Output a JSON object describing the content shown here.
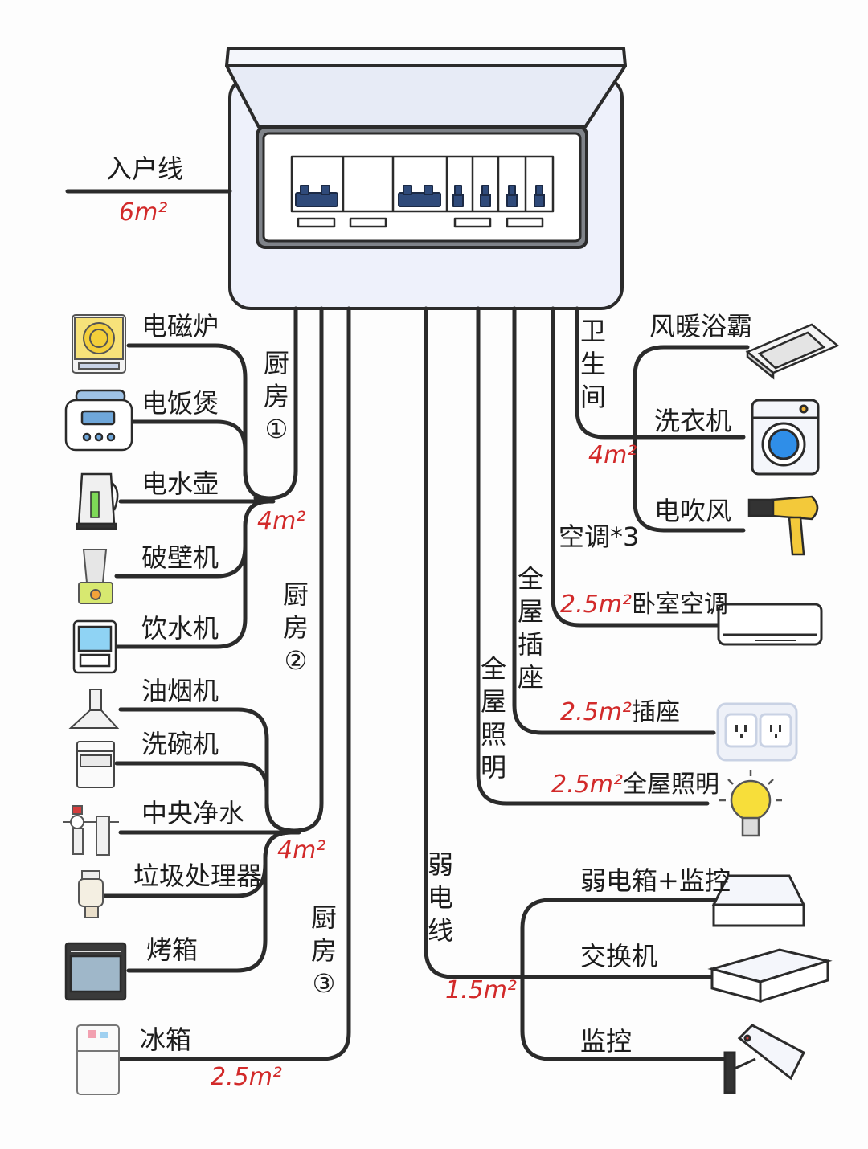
{
  "incoming": {
    "label": "入户线",
    "spec": "6m²"
  },
  "kitchen1": {
    "title": "厨房①",
    "spec": "4m²",
    "appliances": [
      "电磁炉",
      "电饭煲",
      "电水壶",
      "破壁机",
      "饮水机"
    ]
  },
  "kitchen2": {
    "title": "厨房②",
    "spec": "4m²",
    "appliances": [
      "油烟机",
      "洗碗机",
      "中央净水",
      "垃圾处理器",
      "烤箱"
    ]
  },
  "kitchen3": {
    "title": "厨房③",
    "spec": "2.5m²",
    "appliances": [
      "冰箱"
    ]
  },
  "bathroom": {
    "title": "卫生间",
    "spec": "4m²",
    "appliances": [
      "风暖浴霸",
      "洗衣机",
      "电吹风"
    ]
  },
  "aircon": {
    "title": "空调*3",
    "spec": "2.5m²",
    "label": "卧室空调"
  },
  "sockets": {
    "title": "全屋插座",
    "spec": "2.5m²",
    "label": "插座"
  },
  "lighting": {
    "title": "全屋照明",
    "spec": "2.5m²",
    "label": "全屋照明"
  },
  "weak": {
    "title": "弱电线",
    "spec": "1.5m²",
    "devices": [
      "弱电箱+监控",
      "交换机",
      "监控"
    ]
  },
  "colors": {
    "wire": "#2b2b2b",
    "spec_red": "#d22a2a",
    "box_fill": "#eef1fb",
    "box_stroke": "#2b2b2b"
  }
}
